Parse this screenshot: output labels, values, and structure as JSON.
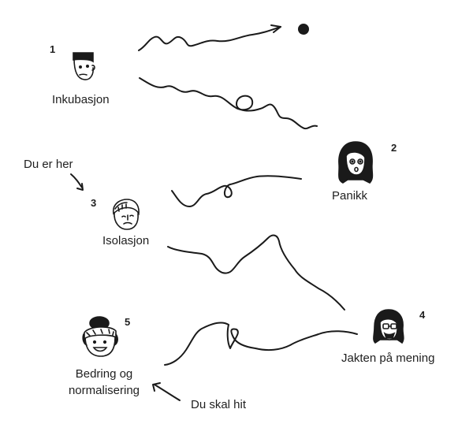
{
  "stages": [
    {
      "number": "1",
      "label": "Inkubasjon",
      "face": "neutral-face-icon"
    },
    {
      "number": "2",
      "label": "Panikk",
      "face": "shocked-face-icon"
    },
    {
      "number": "3",
      "label": "Isolasjon",
      "face": "sad-face-icon"
    },
    {
      "number": "4",
      "label": "Jakten på mening",
      "face": "thinking-face-icon"
    },
    {
      "number": "5",
      "label": "Bedring og normalisering",
      "face": "happy-face-icon"
    }
  ],
  "annotations": {
    "you_are_here": "Du er her",
    "you_should_go": "Du skal hit"
  },
  "colors": {
    "ink": "#1a1a1a",
    "background": "#ffffff"
  }
}
